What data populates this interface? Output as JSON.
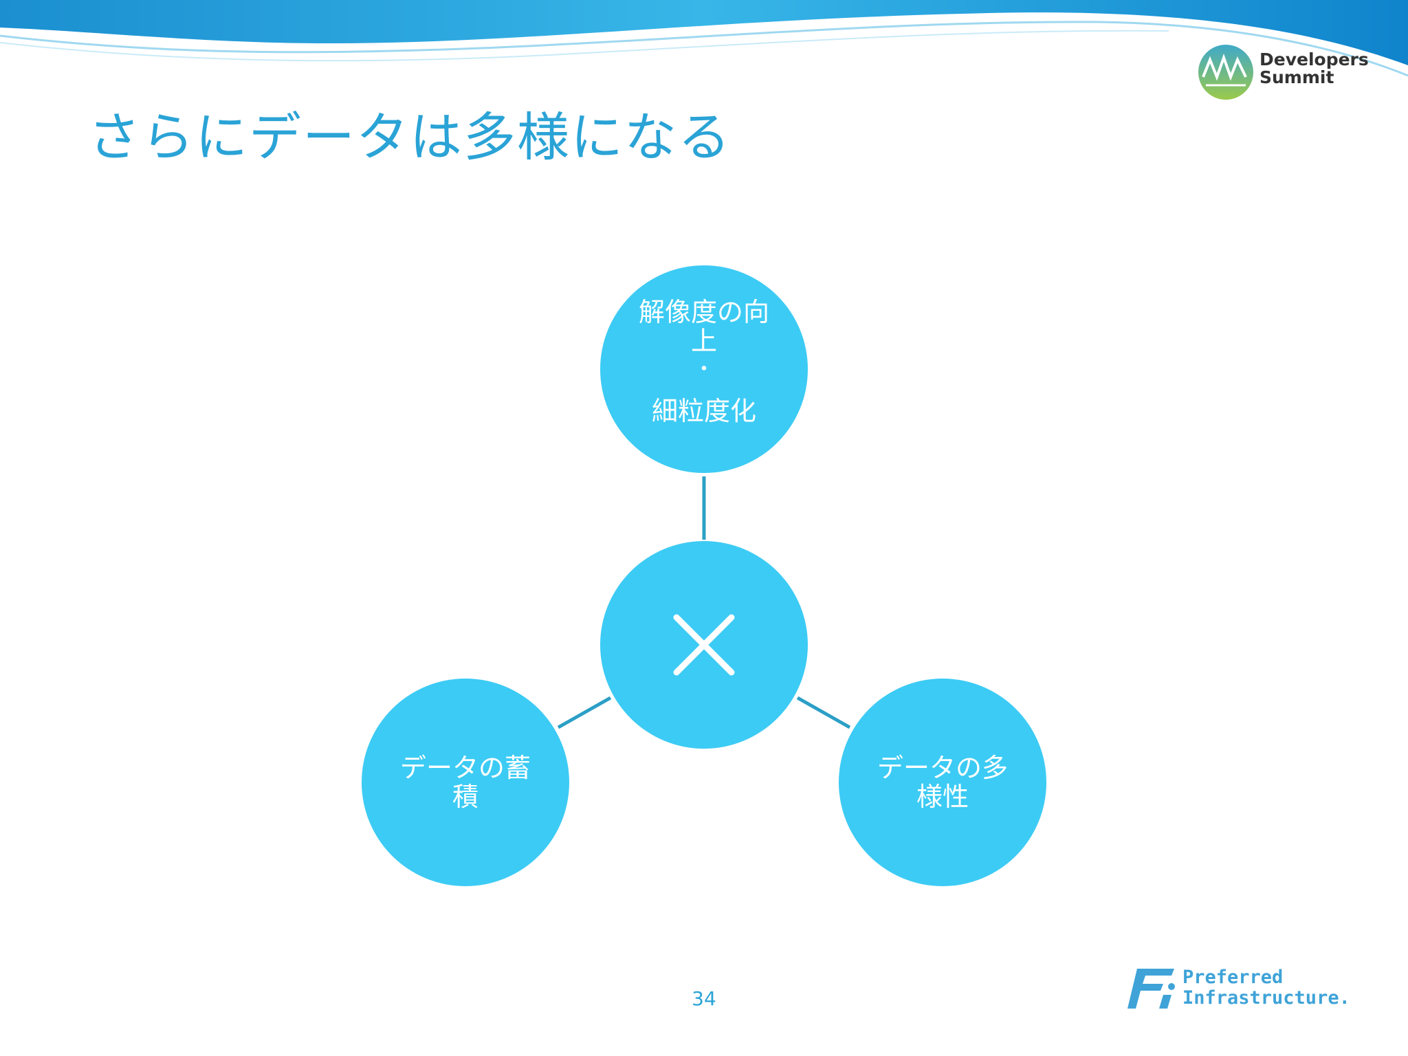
{
  "slide": {
    "title": "さらにデータは多様になる",
    "page_number": "34"
  },
  "logos": {
    "top_right": {
      "line1": "Developers",
      "line2": "Summit"
    },
    "bottom_right": {
      "line1": "Preferred",
      "line2": "Infrastructure."
    }
  },
  "diagram": {
    "center": {
      "symbol": "×"
    },
    "nodes": {
      "top": {
        "line1": "解像度の向",
        "line2": "上",
        "line3": "・",
        "line4": "細粒度化"
      },
      "left": {
        "line1": "データの蓄",
        "line2": "積"
      },
      "right": {
        "line1": "データの多",
        "line2": "様性"
      }
    }
  },
  "colors": {
    "circle": "#3ccbf4",
    "title": "#2aa3d6",
    "connector": "#2b9fc6"
  }
}
